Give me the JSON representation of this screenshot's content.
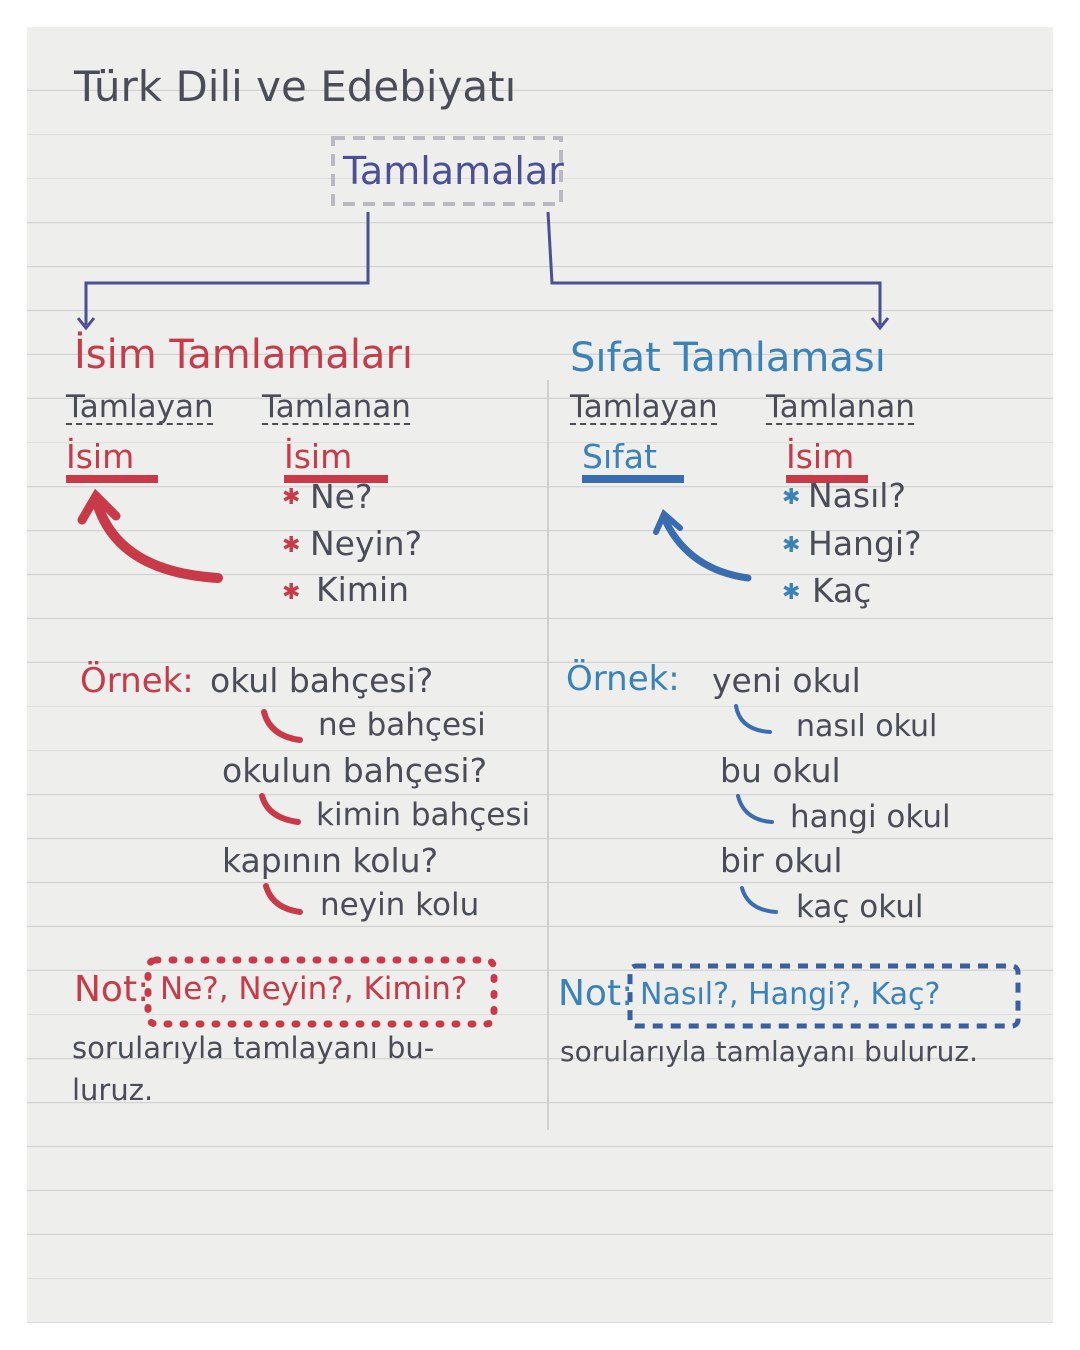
{
  "header": {
    "title": "Türk Dili ve Edebiyatı"
  },
  "root": {
    "label": "Tamlamalar"
  },
  "left": {
    "heading": "İsim Tamlamaları",
    "tamlayan_label": "Tamlayan",
    "tamlayan_value": "İsim",
    "tamlanan_label": "Tamlanan",
    "tamlanan_value": "İsim",
    "questions": [
      "Ne?",
      "Neyin?",
      "Kimin"
    ],
    "example_label": "Örnek:",
    "examples": [
      {
        "phrase": "okul bahçesi?",
        "question": "ne bahçesi"
      },
      {
        "phrase": "okulun bahçesi?",
        "question": "kimin bahçesi"
      },
      {
        "phrase": "kapının kolu?",
        "question": "neyin kolu"
      }
    ],
    "note_label": "Not:",
    "note_questions": "Ne?, Neyin?, Kimin?",
    "note_line1": "sorularıyla tamlayanı bu-",
    "note_line2": "luruz."
  },
  "right": {
    "heading": "Sıfat Tamlaması",
    "tamlayan_label": "Tamlayan",
    "tamlayan_value": "Sıfat",
    "tamlanan_label": "Tamlanan",
    "tamlanan_value": "İsim",
    "questions": [
      "Nasıl?",
      "Hangi?",
      "Kaç"
    ],
    "example_label": "Örnek:",
    "examples": [
      {
        "phrase": "yeni okul",
        "question": "nasıl okul"
      },
      {
        "phrase": "bu okul",
        "question": "hangi okul"
      },
      {
        "phrase": "bir okul",
        "question": "kaç okul"
      }
    ],
    "note_label": "Not:",
    "note_questions": "Nasıl?, Hangi?, Kaç?",
    "note_line1": "sorularıyla tamlayanı buluruz."
  },
  "colors": {
    "ink": "#4a4c58",
    "purple": "#4b4f93",
    "red": "#c93a49",
    "blue": "#3a82b8",
    "paper": "#eeeeec"
  }
}
